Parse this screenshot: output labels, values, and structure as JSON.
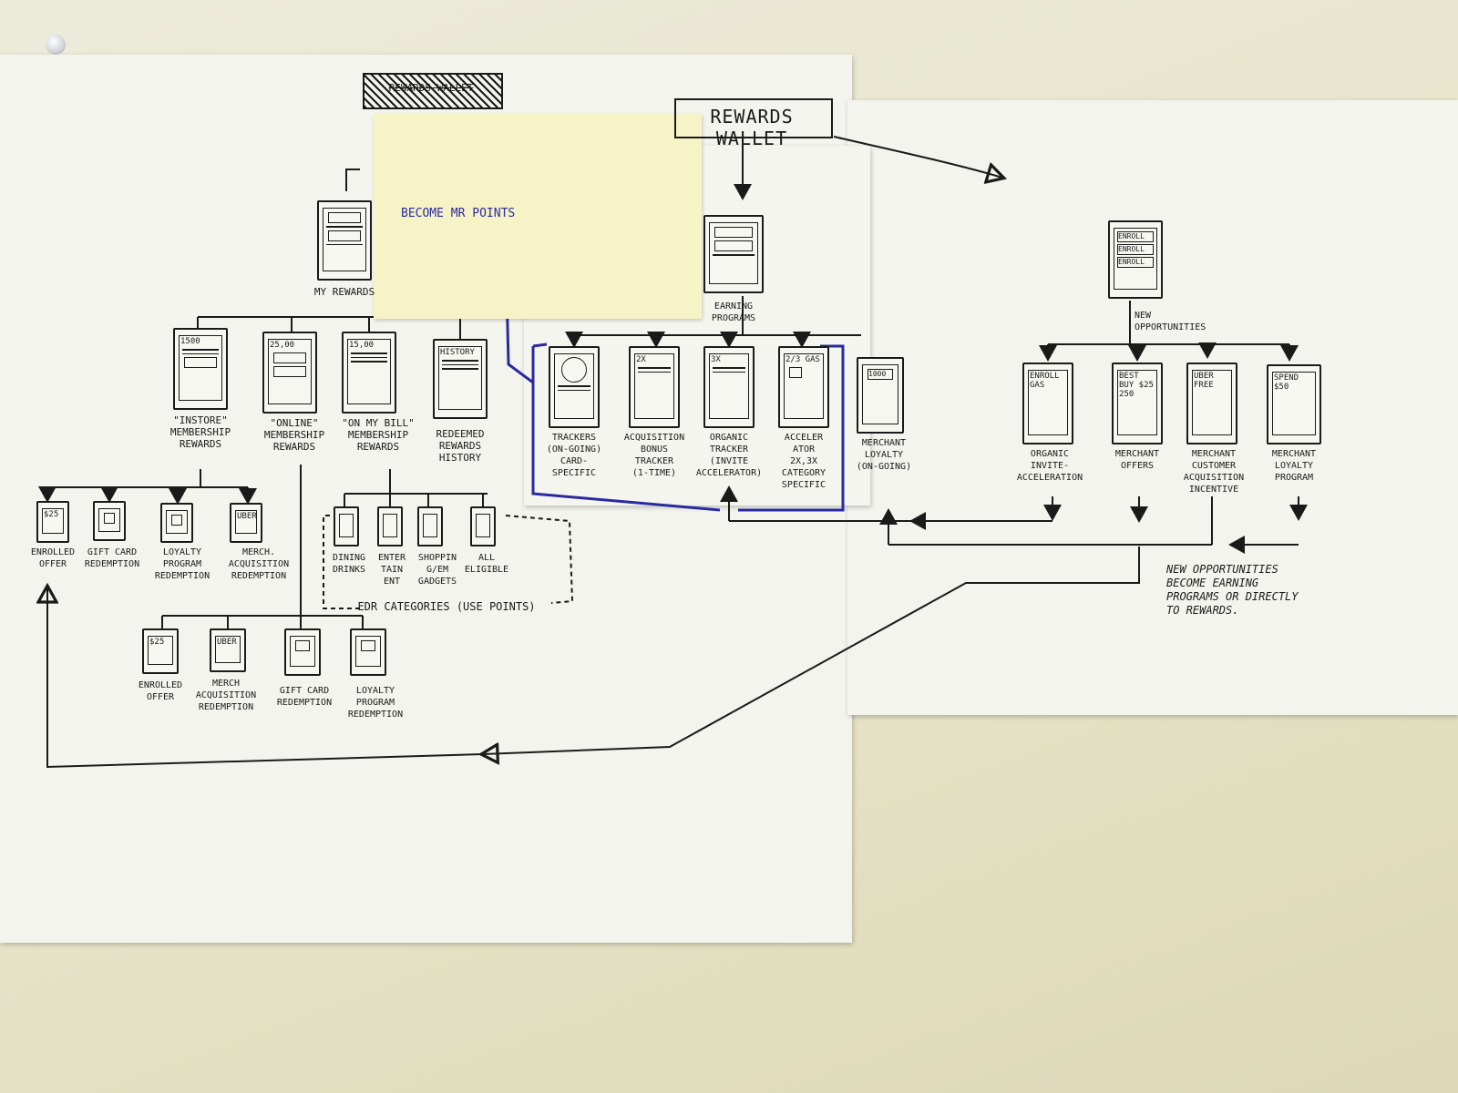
{
  "title": {
    "crossed": "REWARDS WALLET",
    "main": "REWARDS WALLET"
  },
  "sticky_note": "BECOME MR POINTS",
  "my_rewards": {
    "label": "MY REWARDS",
    "children": [
      {
        "screen": "1500",
        "label": "\"INSTORE\"\nMEMBERSHIP\nREWARDS"
      },
      {
        "screen": "25,00",
        "label": "\"ONLINE\"\nMEMBERSHIP\nREWARDS"
      },
      {
        "screen": "15,00",
        "label": "\"ON MY BILL\"\nMEMBERSHIP\nREWARDS"
      },
      {
        "screen": "HISTORY",
        "label": "REDEEMED\nREWARDS\nHISTORY"
      }
    ],
    "instore_children": [
      {
        "screen": "$25",
        "label": "ENROLLED\nOFFER"
      },
      {
        "screen": "",
        "label": "GIFT CARD\nREDEMPTION"
      },
      {
        "screen": "",
        "label": "LOYALTY\nPROGRAM\nREDEMPTION"
      },
      {
        "screen": "UBER",
        "label": "MERCH.\nACQUISITION\nREDEMPTION"
      }
    ],
    "bill_children": [
      {
        "label": "DINING\nDRINKS"
      },
      {
        "label": "ENTER\nTAIN\nENT"
      },
      {
        "label": "SHOPPIN\nG/EM\nGADGETS"
      },
      {
        "label": "ALL\nELIGIBLE"
      }
    ],
    "edr_label": "EDR CATEGORIES (USE POINTS)",
    "online_children": [
      {
        "screen": "$25",
        "label": "ENROLLED\nOFFER"
      },
      {
        "screen": "UBER",
        "label": "MERCH\nACQUISITION\nREDEMPTION"
      },
      {
        "screen": "",
        "label": "GIFT CARD\nREDEMPTION"
      },
      {
        "screen": "",
        "label": "LOYALTY\nPROGRAM\nREDEMPTION"
      }
    ]
  },
  "earning_programs": {
    "label": "EARNING\nPROGRAMS",
    "children": [
      {
        "screen": "",
        "label": "TRACKERS\n(ON-GOING)\nCARD-\nSPECIFIC"
      },
      {
        "screen": "2X",
        "label": "ACQUISITION\nBONUS\nTRACKER\n(1-TIME)"
      },
      {
        "screen": "3X",
        "label": "ORGANIC\nTRACKER\n(INVITE\nACCELERATOR)"
      },
      {
        "screen": "2/3 GAS",
        "label": "ACCELER\nATOR\n2X,3X\nCATEGORY\nSPECIFIC"
      },
      {
        "screen": "1000",
        "label": "MERCHANT\nLOYALTY\n(ON-GOING)"
      }
    ]
  },
  "new_opportunities": {
    "label": "NEW\nOPPORTUNITIES",
    "screen_items": [
      "ENROLL",
      "ENROLL",
      "ENROLL"
    ],
    "children": [
      {
        "screen": "ENROLL GAS",
        "label": "ORGANIC\nINVITE-\nACCELERATION"
      },
      {
        "screen": "BEST BUY $25 250",
        "label": "MERCHANT\nOFFERS"
      },
      {
        "screen": "UBER FREE",
        "label": "MERCHANT\nCUSTOMER\nACQUISITION\nINCENTIVE"
      },
      {
        "screen": "SPEND $50",
        "label": "MERCHANT\nLOYALTY\nPROGRAM"
      }
    ],
    "note": "NEW OPPORTUNITIES\nBECOME EARNING\nPROGRAMS OR DIRECTLY\nTO REWARDS."
  },
  "colors": {
    "ink": "#1a1a1a",
    "blue_ink": "#2a2aa0",
    "paper": "#f4f4ee",
    "sticky": "#f6f3c6",
    "wall": "#e6e3c8"
  }
}
